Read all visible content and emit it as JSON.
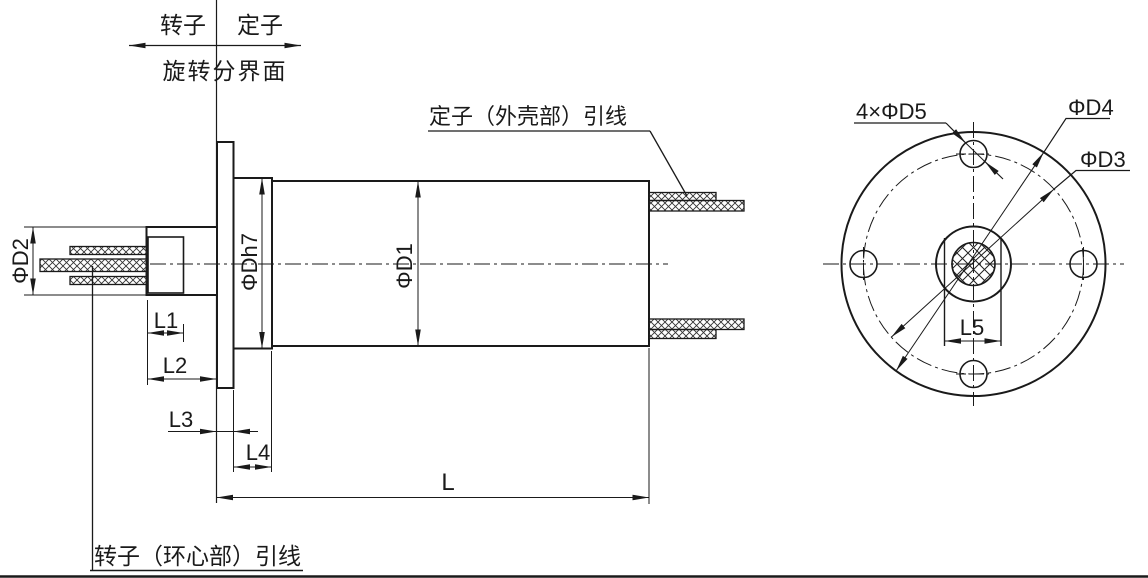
{
  "colors": {
    "line": "#1a1a1a",
    "background": "#ffffff"
  },
  "header": {
    "rotor": "转子",
    "stator": "定子",
    "boundary": "旋转分界面"
  },
  "labels": {
    "stator_lead": "定子（外壳部）引线",
    "rotor_lead": "转子（环心部）引线"
  },
  "side_dims": {
    "d2": "ΦD2",
    "dh7": "ΦDh7",
    "d1": "ΦD1",
    "l1": "L1",
    "l2": "L2",
    "l3": "L3",
    "l4": "L4",
    "l": "L"
  },
  "end_dims": {
    "holes": "4×ΦD5",
    "d4": "ΦD4",
    "d3": "ΦD3",
    "l5": "L5"
  }
}
